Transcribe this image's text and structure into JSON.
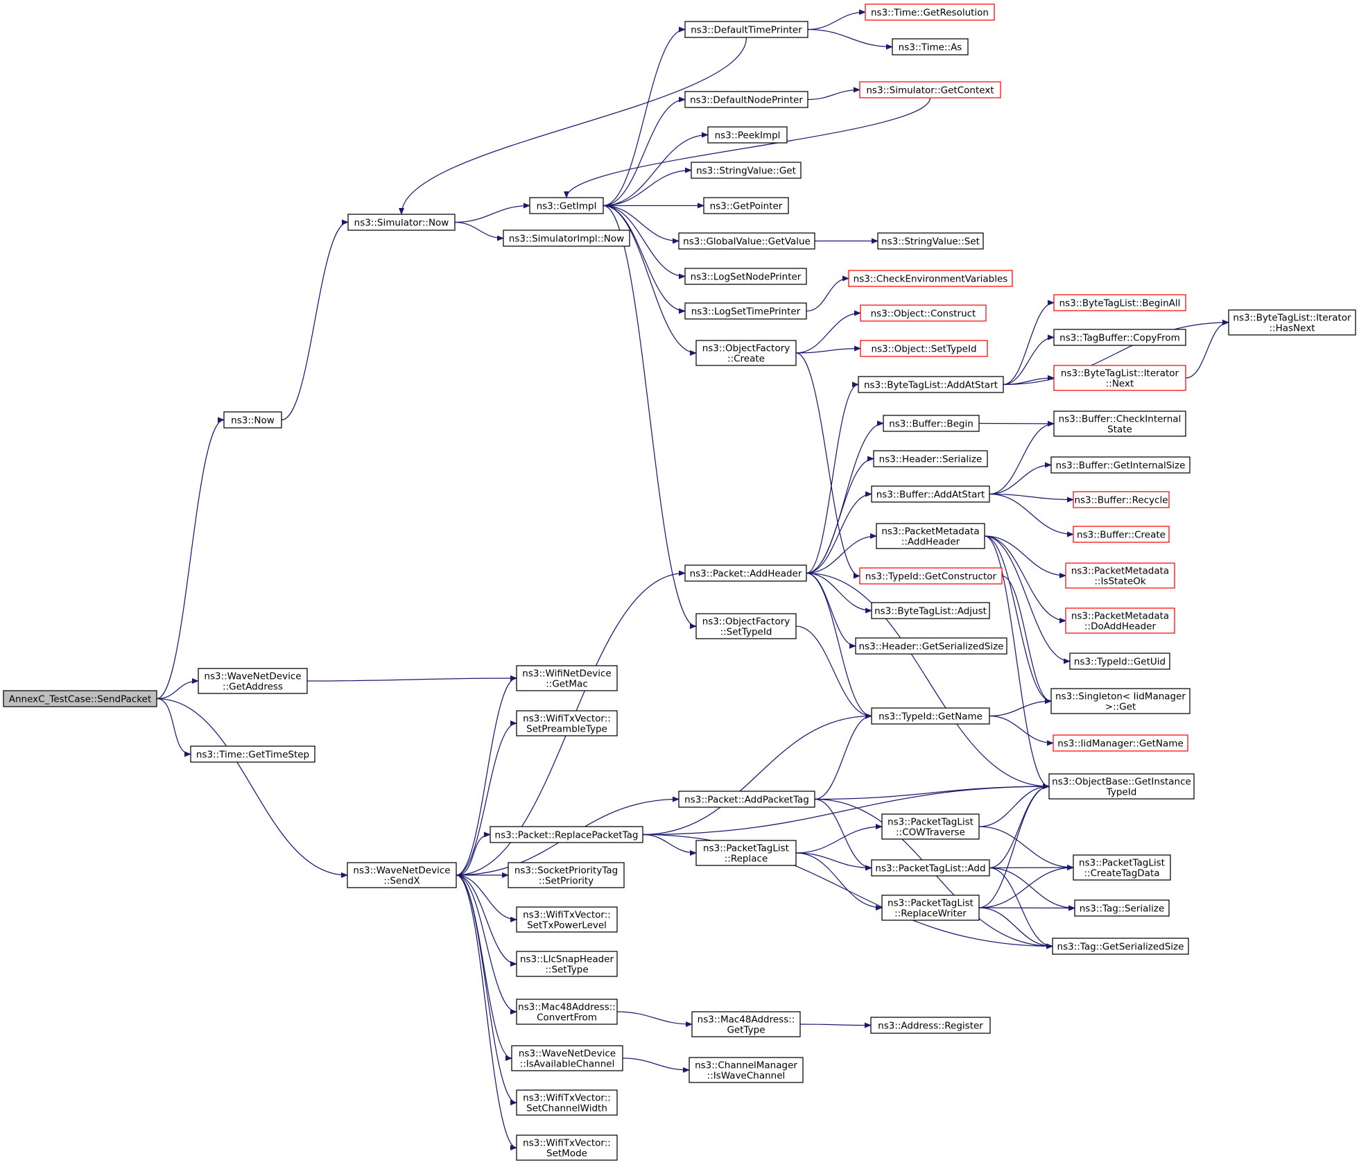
{
  "colors": {
    "edge": "#191970",
    "node_border": "#000000",
    "truncated_border": "#ff0000",
    "root_fill": "#bfbfbf",
    "background": "#ffffff"
  },
  "nodes": [
    {
      "id": "root",
      "lines": [
        "AnnexC_TestCase::SendPacket"
      ],
      "root": true
    },
    {
      "id": "now",
      "lines": [
        "ns3::Now"
      ]
    },
    {
      "id": "sim_now",
      "lines": [
        "ns3::Simulator::Now"
      ]
    },
    {
      "id": "getimpl",
      "lines": [
        "ns3::GetImpl"
      ]
    },
    {
      "id": "simimpl_now",
      "lines": [
        "ns3::SimulatorImpl::Now"
      ]
    },
    {
      "id": "default_time_printer",
      "lines": [
        "ns3::DefaultTimePrinter"
      ]
    },
    {
      "id": "time_getres",
      "lines": [
        "ns3::Time::GetResolution"
      ],
      "truncated": true
    },
    {
      "id": "time_as",
      "lines": [
        "ns3::Time::As"
      ]
    },
    {
      "id": "sim_getcontext",
      "lines": [
        "ns3::Simulator::GetContext"
      ],
      "truncated": true
    },
    {
      "id": "default_node_printer",
      "lines": [
        "ns3::DefaultNodePrinter"
      ]
    },
    {
      "id": "peekimpl",
      "lines": [
        "ns3::PeekImpl"
      ]
    },
    {
      "id": "stringvalue_get",
      "lines": [
        "ns3::StringValue::Get"
      ]
    },
    {
      "id": "getpointer",
      "lines": [
        "ns3::GetPointer"
      ]
    },
    {
      "id": "globalvalue_getvalue",
      "lines": [
        "ns3::GlobalValue::GetValue"
      ]
    },
    {
      "id": "stringvalue_set",
      "lines": [
        "ns3::StringValue::Set"
      ]
    },
    {
      "id": "logsetnodeprinter",
      "lines": [
        "ns3::LogSetNodePrinter"
      ]
    },
    {
      "id": "checkenv",
      "lines": [
        "ns3::CheckEnvironmentVariables"
      ],
      "truncated": true
    },
    {
      "id": "logsettimeprinter",
      "lines": [
        "ns3::LogSetTimePrinter"
      ]
    },
    {
      "id": "object_construct",
      "lines": [
        "ns3::Object::Construct"
      ],
      "truncated": true
    },
    {
      "id": "objfactory_create",
      "lines": [
        "ns3::ObjectFactory",
        "::Create"
      ]
    },
    {
      "id": "object_settypeid",
      "lines": [
        "ns3::Object::SetTypeId"
      ],
      "truncated": true
    },
    {
      "id": "btl_beginall",
      "lines": [
        "ns3::ByteTagList::BeginAll"
      ],
      "truncated": true
    },
    {
      "id": "btl_iter_hasnext",
      "lines": [
        "ns3::ByteTagList::Iterator",
        "::HasNext"
      ]
    },
    {
      "id": "tagbuffer_copyfrom",
      "lines": [
        "ns3::TagBuffer::CopyFrom"
      ]
    },
    {
      "id": "btl_addatstart",
      "lines": [
        "ns3::ByteTagList::AddAtStart"
      ]
    },
    {
      "id": "btl_iter_next",
      "lines": [
        "ns3::ByteTagList::Iterator",
        "::Next"
      ],
      "truncated": true
    },
    {
      "id": "buffer_begin",
      "lines": [
        "ns3::Buffer::Begin"
      ]
    },
    {
      "id": "buffer_checkinternal",
      "lines": [
        "ns3::Buffer::CheckInternal",
        "State"
      ]
    },
    {
      "id": "header_serialize",
      "lines": [
        "ns3::Header::Serialize"
      ]
    },
    {
      "id": "buffer_getinternalsize",
      "lines": [
        "ns3::Buffer::GetInternalSize"
      ]
    },
    {
      "id": "buffer_addatstart",
      "lines": [
        "ns3::Buffer::AddAtStart"
      ]
    },
    {
      "id": "buffer_recycle",
      "lines": [
        "ns3::Buffer::Recycle"
      ],
      "truncated": true
    },
    {
      "id": "pm_addheader",
      "lines": [
        "ns3::PacketMetadata",
        "::AddHeader"
      ]
    },
    {
      "id": "buffer_create",
      "lines": [
        "ns3::Buffer::Create"
      ],
      "truncated": true
    },
    {
      "id": "pm_isstateok",
      "lines": [
        "ns3::PacketMetadata",
        "::IsStateOk"
      ],
      "truncated": true
    },
    {
      "id": "packet_addheader",
      "lines": [
        "ns3::Packet::AddHeader"
      ]
    },
    {
      "id": "typeid_getconstructor",
      "lines": [
        "ns3::TypeId::GetConstructor"
      ],
      "truncated": true
    },
    {
      "id": "btl_adjust",
      "lines": [
        "ns3::ByteTagList::Adjust"
      ]
    },
    {
      "id": "pm_doaddheader",
      "lines": [
        "ns3::PacketMetadata",
        "::DoAddHeader"
      ],
      "truncated": true
    },
    {
      "id": "objfactory_settypeid",
      "lines": [
        "ns3::ObjectFactory",
        "::SetTypeId"
      ]
    },
    {
      "id": "header_getserializedsize",
      "lines": [
        "ns3::Header::GetSerializedSize"
      ]
    },
    {
      "id": "typeid_getuid",
      "lines": [
        "ns3::TypeId::GetUid"
      ]
    },
    {
      "id": "wnd_getaddress",
      "lines": [
        "ns3::WaveNetDevice",
        "::GetAddress"
      ]
    },
    {
      "id": "wifind_getmac",
      "lines": [
        "ns3::WifiNetDevice",
        "::GetMac"
      ]
    },
    {
      "id": "singleton_get",
      "lines": [
        "ns3::Singleton< IidManager",
        ">::Get"
      ]
    },
    {
      "id": "typeid_getname",
      "lines": [
        "ns3::TypeId::GetName"
      ]
    },
    {
      "id": "wtv_setpreamble",
      "lines": [
        "ns3::WifiTxVector::",
        "SetPreambleType"
      ]
    },
    {
      "id": "time_gettimestep",
      "lines": [
        "ns3::Time::GetTimeStep"
      ]
    },
    {
      "id": "iidmgr_getname",
      "lines": [
        "ns3::IidManager::GetName"
      ],
      "truncated": true
    },
    {
      "id": "objbase_getinstancetypeid",
      "lines": [
        "ns3::ObjectBase::GetInstance",
        "TypeId"
      ]
    },
    {
      "id": "packet_addpackettag",
      "lines": [
        "ns3::Packet::AddPacketTag"
      ]
    },
    {
      "id": "ptl_cowtraverse",
      "lines": [
        "ns3::PacketTagList",
        "::COWTraverse"
      ]
    },
    {
      "id": "packet_replacepackettag",
      "lines": [
        "ns3::Packet::ReplacePacketTag"
      ]
    },
    {
      "id": "ptl_replace",
      "lines": [
        "ns3::PacketTagList",
        "::Replace"
      ]
    },
    {
      "id": "ptl_createtagdata",
      "lines": [
        "ns3::PacketTagList",
        "::CreateTagData"
      ]
    },
    {
      "id": "wnd_sendx",
      "lines": [
        "ns3::WaveNetDevice",
        "::SendX"
      ]
    },
    {
      "id": "ptl_add",
      "lines": [
        "ns3::PacketTagList::Add"
      ]
    },
    {
      "id": "spt_setpriority",
      "lines": [
        "ns3::SocketPriorityTag",
        "::SetPriority"
      ]
    },
    {
      "id": "ptl_replacewriter",
      "lines": [
        "ns3::PacketTagList",
        "::ReplaceWriter"
      ]
    },
    {
      "id": "tag_serialize",
      "lines": [
        "ns3::Tag::Serialize"
      ]
    },
    {
      "id": "wtv_settxpowerlevel",
      "lines": [
        "ns3::WifiTxVector::",
        "SetTxPowerLevel"
      ]
    },
    {
      "id": "tag_getserializedsize",
      "lines": [
        "ns3::Tag::GetSerializedSize"
      ]
    },
    {
      "id": "llcsnap_settype",
      "lines": [
        "ns3::LlcSnapHeader",
        "::SetType"
      ]
    },
    {
      "id": "mac48_convertfrom",
      "lines": [
        "ns3::Mac48Address::",
        "ConvertFrom"
      ]
    },
    {
      "id": "mac48_gettype",
      "lines": [
        "ns3::Mac48Address::",
        "GetType"
      ]
    },
    {
      "id": "address_register",
      "lines": [
        "ns3::Address::Register"
      ]
    },
    {
      "id": "wnd_isavailablechannel",
      "lines": [
        "ns3::WaveNetDevice",
        "::IsAvailableChannel"
      ]
    },
    {
      "id": "chmgr_iswavechannel",
      "lines": [
        "ns3::ChannelManager",
        "::IsWaveChannel"
      ]
    },
    {
      "id": "wtv_setchannelwidth",
      "lines": [
        "ns3::WifiTxVector::",
        "SetChannelWidth"
      ]
    },
    {
      "id": "wtv_setmode",
      "lines": [
        "ns3::WifiTxVector::",
        "SetMode"
      ]
    }
  ]
}
